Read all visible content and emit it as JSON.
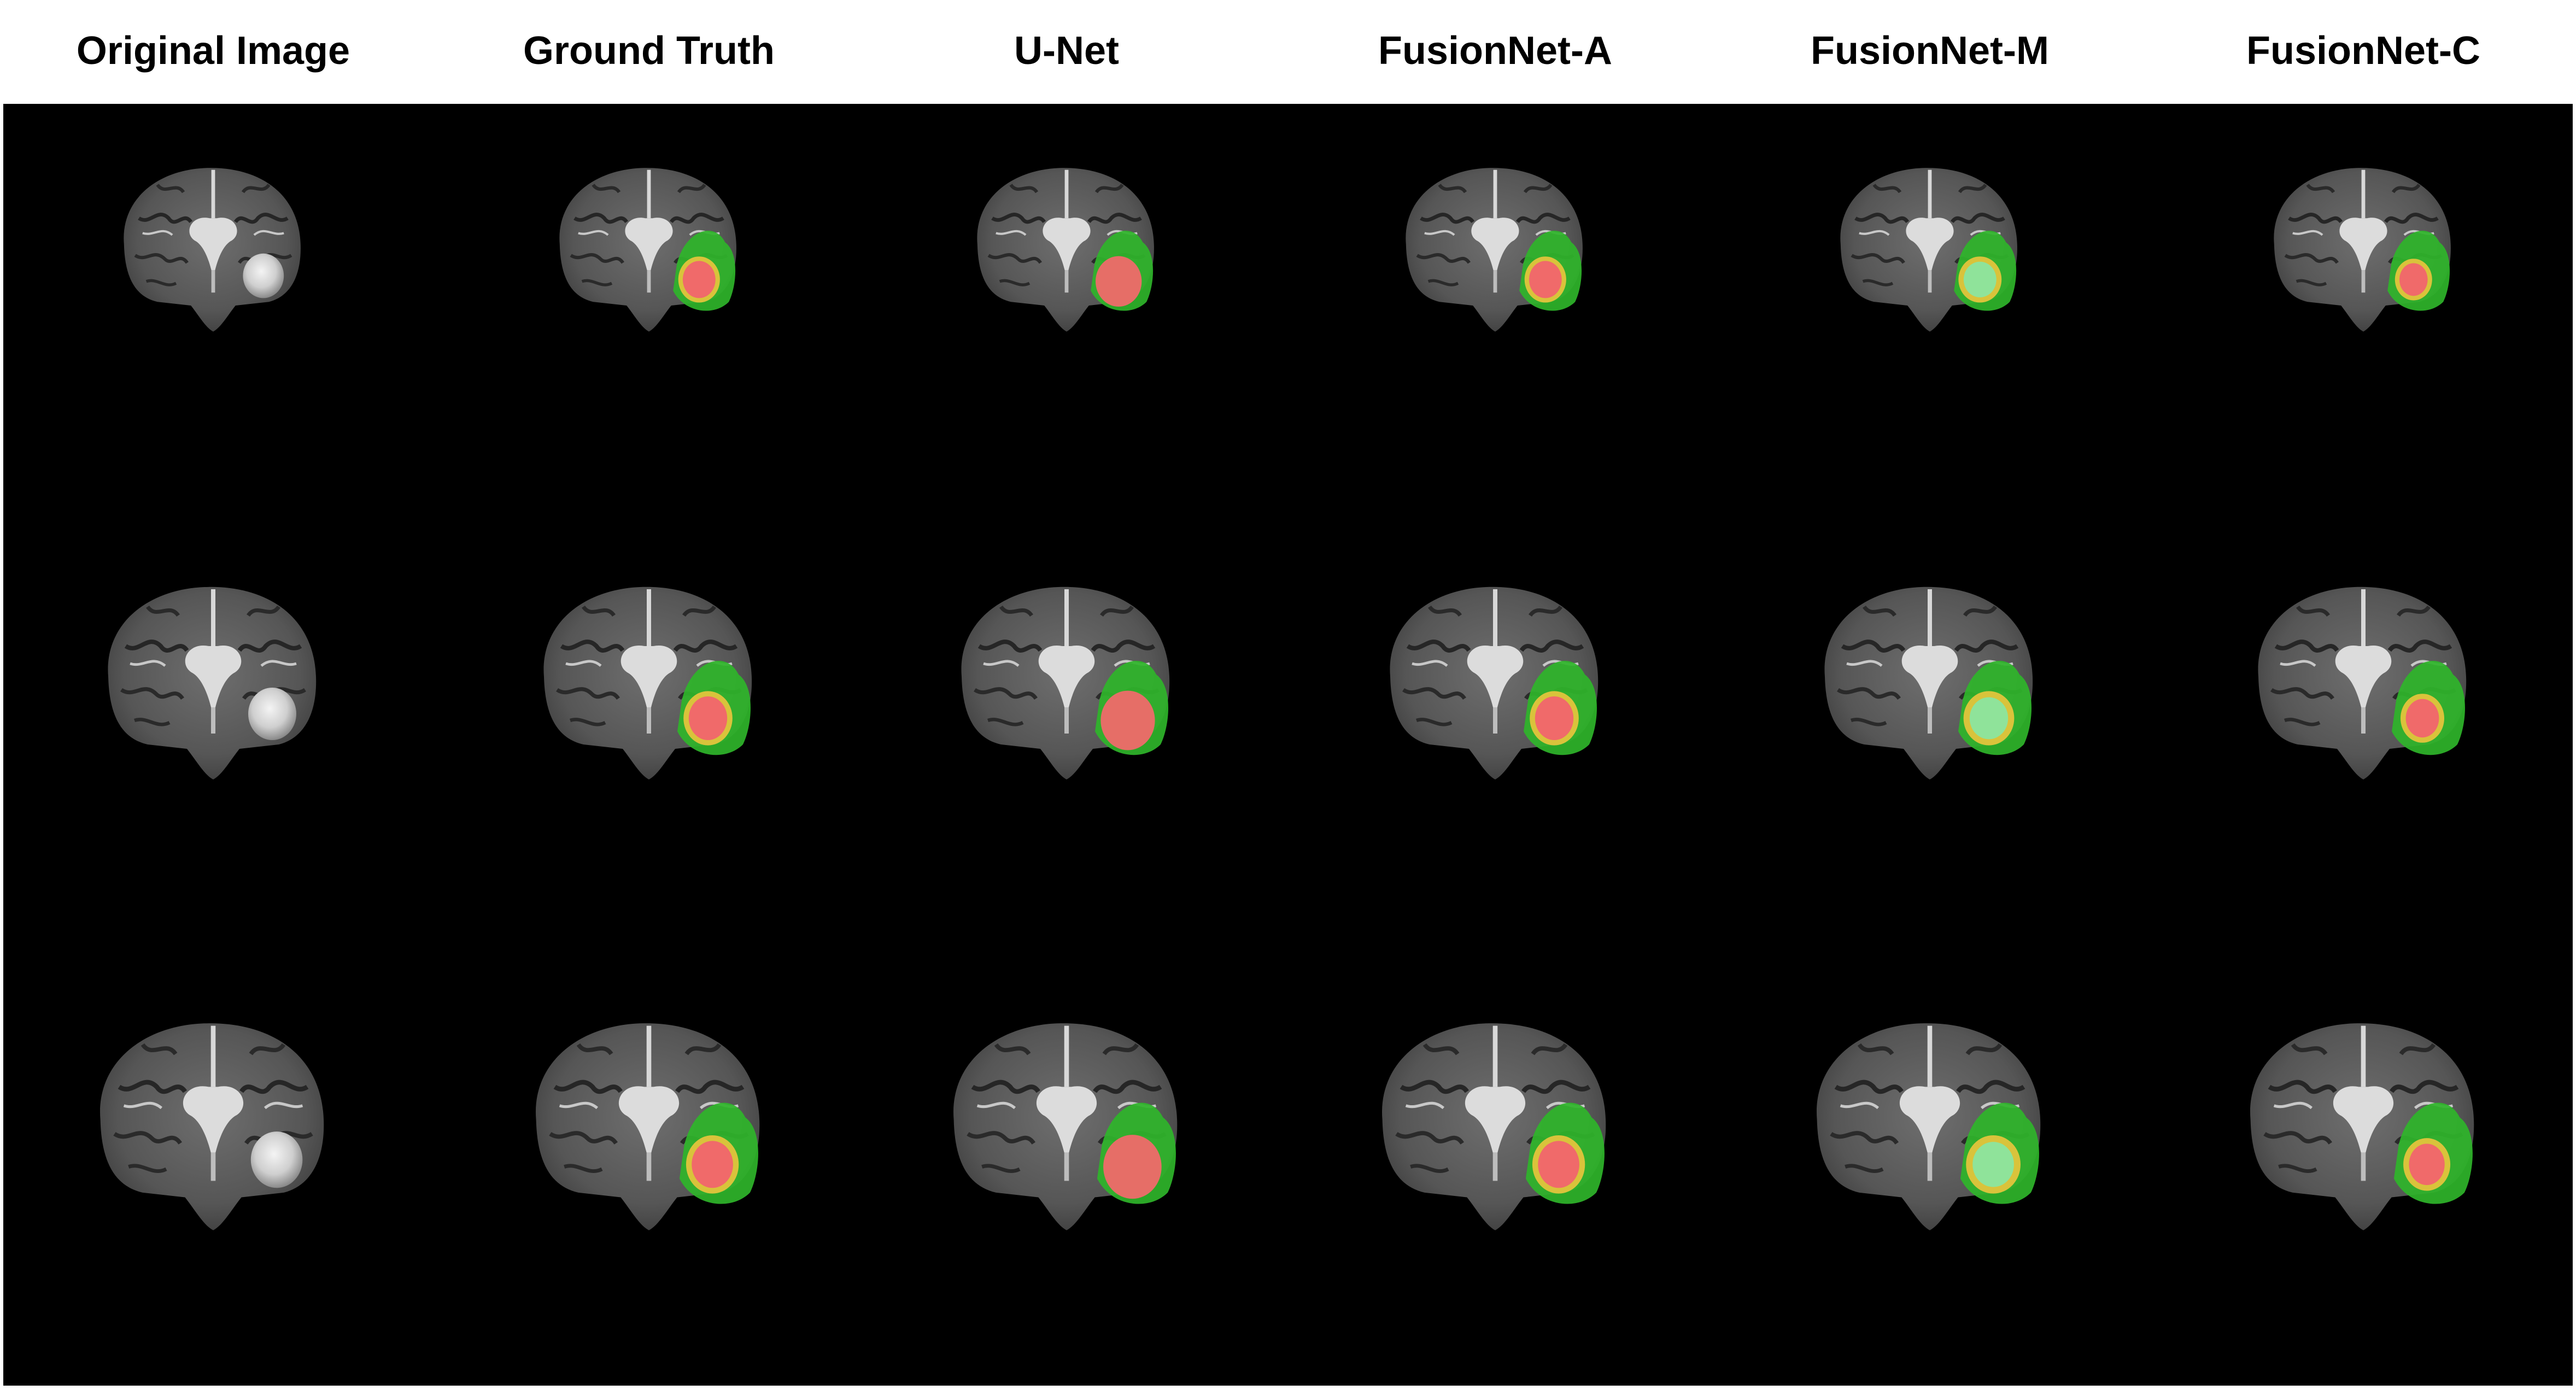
{
  "figure": {
    "columns": [
      {
        "title": "Original Image",
        "overlay": "none"
      },
      {
        "title": "Ground Truth",
        "overlay": "gt"
      },
      {
        "title": "U-Net",
        "overlay": "unet"
      },
      {
        "title": "FusionNet-A",
        "overlay": "gt"
      },
      {
        "title": "FusionNet-M",
        "overlay": "fmix"
      },
      {
        "title": "FusionNet-C",
        "overlay": "fc"
      }
    ],
    "rows": 3,
    "background": "#000000",
    "colors": {
      "edema": "#2fb52a",
      "tumor_core": "#f06a6a",
      "enhancing_rim": "#d9c33b",
      "brain_tissue": "#9a9a9a",
      "ventricle": "#dcdcdc"
    }
  }
}
